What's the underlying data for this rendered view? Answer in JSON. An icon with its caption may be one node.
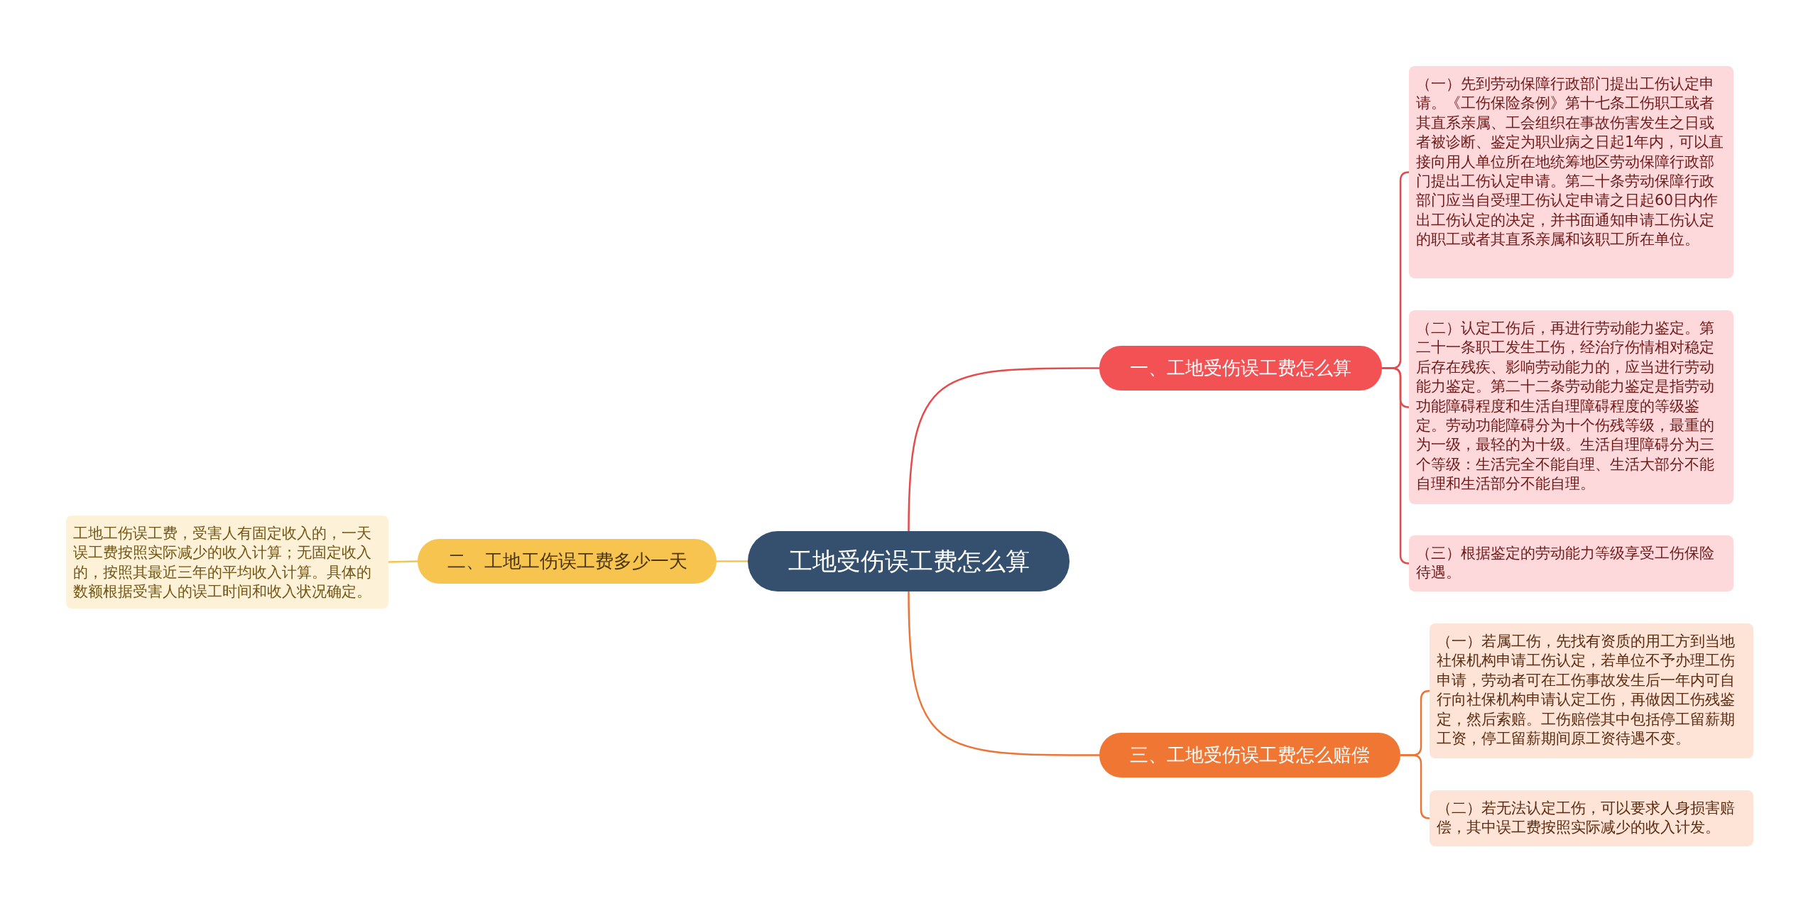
{
  "diagram": {
    "nodes": [
      {
        "text": [
          "工地受伤误工费怎么算"
        ]
      },
      {
        "text": [
          "一、工地受伤误工费怎么算"
        ]
      },
      {
        "text": [
          "（一）先到劳动保障行政部门提出工伤认定申请。《工伤保险条例》第十七条工伤职工或者其直系亲属、工会组织在事故伤害发生之日或者被诊断、鉴定为职业病之日起1年内，可以直接向用人单位所在地统筹地区劳动保障行政部门提出工伤认定申请。第二十条劳动保障行政部门应当自受理工伤认定申请之日起60日内作出工伤认定的决定，并书面通知申请工伤认定的职工或者其直系亲属和该职工所在单位。"
        ]
      },
      {
        "text": [
          "（二）认定工伤后，再进行劳动能力鉴定。第二十一条职工发生工伤，经治疗伤情相对稳定后存在残疾、影响劳动能力的，应当进行劳动能力鉴定。第二十二条劳动能力鉴定是指劳动功能障碍程度和生活自理障碍程度的等级鉴定。劳动功能障碍分为十个伤残等级，最重的为一级，最轻的为十级。生活自理障碍分为三个等级：生活完全不能自理、生活大部分不能自理和生活部分不能自理。"
        ]
      },
      {
        "text": [
          "（三）根据鉴定的劳动能力等级享受工伤保险待遇。"
        ]
      },
      {
        "text": [
          "二、工地工伤误工费多少一天"
        ]
      },
      {
        "text": [
          "工地工伤误工费，受害人有固定收入的，一天误工费按照实际减少的收入计算；无固定收入的，按照其最近三年的平均收入计算。具体的数额根据受害人的误工时间和收入状况确定。"
        ]
      },
      {
        "text": [
          "三、工地受伤误工费怎么赔偿"
        ]
      },
      {
        "text": [
          "（一）若属工伤，先找有资质的用工方到当地社保机构申请工伤认定，若单位不予办理工伤申请，劳动者可在工伤事故发生后一年内可自行向社保机构申请认定工伤，再做因工伤残鉴定，然后索赔。工伤赔偿其中包括停工留薪期工资，停工留薪期间原工资待遇不变。"
        ]
      },
      {
        "text": [
          "（二）若无法认定工伤，可以要求人身损害赔偿，其中误工费按照实际减少的收入计发。"
        ]
      }
    ],
    "edges": [
      {
        "from": 0,
        "to": 1,
        "arrow": "none",
        "color": "#e54b4b"
      },
      {
        "from": 1,
        "to": 2,
        "arrow": "none",
        "color": "#e54b4b"
      },
      {
        "from": 1,
        "to": 3,
        "arrow": "none",
        "color": "#e54b4b"
      },
      {
        "from": 1,
        "to": 4,
        "arrow": "none",
        "color": "#e54b4b"
      },
      {
        "from": 0,
        "to": 5,
        "arrow": "none",
        "color": "#f5c451"
      },
      {
        "from": 5,
        "to": 6,
        "arrow": "none",
        "color": "#f5c451"
      },
      {
        "from": 0,
        "to": 7,
        "arrow": "none",
        "color": "#ec7436"
      },
      {
        "from": 7,
        "to": 8,
        "arrow": "none",
        "color": "#ec7436"
      },
      {
        "from": 7,
        "to": 9,
        "arrow": "none",
        "color": "#ec7436"
      }
    ]
  }
}
